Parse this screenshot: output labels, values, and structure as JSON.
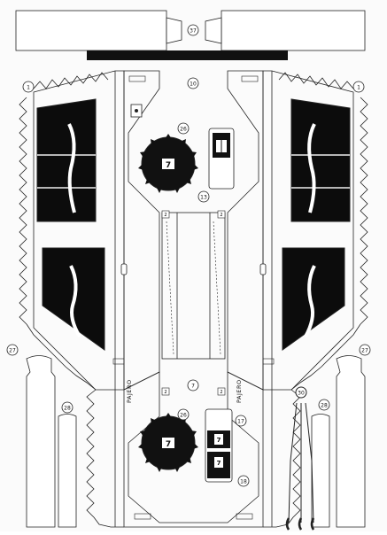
{
  "sheet": {
    "labels": {
      "top_tab": "37",
      "bar": "10",
      "corner_left": "1",
      "corner_right": "1",
      "wheel_upper": "26",
      "wheel_lower": "26",
      "wheel_upper_num": "7",
      "wheel_lower_num": "7",
      "plate": "13",
      "side_left_upper": "2",
      "side_left_lower": "2",
      "side_right_upper": "2",
      "side_right_lower": "2",
      "center_bottom": "7",
      "tube_left_top": "27",
      "tube_left_bottom": "28",
      "tube_right_top": "27",
      "tube_right_bottom": "28",
      "lower_panel_top": "17",
      "lower_panel_num_a": "7",
      "lower_panel_num_b": "7",
      "lower_panel_bottom": "18",
      "antenna": "30"
    },
    "brand_left": "PAJERO",
    "brand_right": "PAJERO"
  }
}
